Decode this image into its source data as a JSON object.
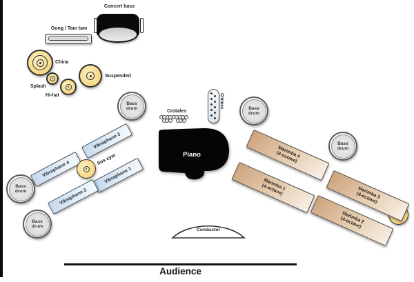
{
  "stage": {
    "concert_bass_label": "Concert bass",
    "gong_label": "Gong / Tam tam",
    "china_label": "China",
    "splash_label": "Splash",
    "hihat_label": "Hi-hat",
    "suspended_label": "Suspended",
    "bass_drum_label": "Bass drum",
    "crotales_label": "Crotales",
    "chimes_label": "Chimes",
    "piano_label": "Piano",
    "sus_cym_label": "Sus cym",
    "vibraphones": {
      "v1": "Vibraphone 1",
      "v2": "Vibraphone 2",
      "v3": "Vibraphone 3",
      "v4": "Vibraphone 4"
    },
    "marimbas": {
      "m1": {
        "name": "Marimba 1",
        "size": "(4-octave)"
      },
      "m2": {
        "name": "Marimba 2",
        "size": "(4-octave)"
      },
      "m3": {
        "name": "Marimba 3",
        "size": "(4-octave)"
      },
      "m4": {
        "name": "Marimba 4",
        "size": "(4-octave)"
      }
    },
    "conductor_label": "Conductor",
    "audience_label": "Audience"
  },
  "colors": {
    "cymbal_gold": "#f6d87f",
    "vibraphone_blue": "#cfe1f0",
    "marimba_tan": "#d2a87f",
    "bass_drum_gray": "#dcdcdc",
    "piano_black": "#000000",
    "background": "#ffffff"
  }
}
